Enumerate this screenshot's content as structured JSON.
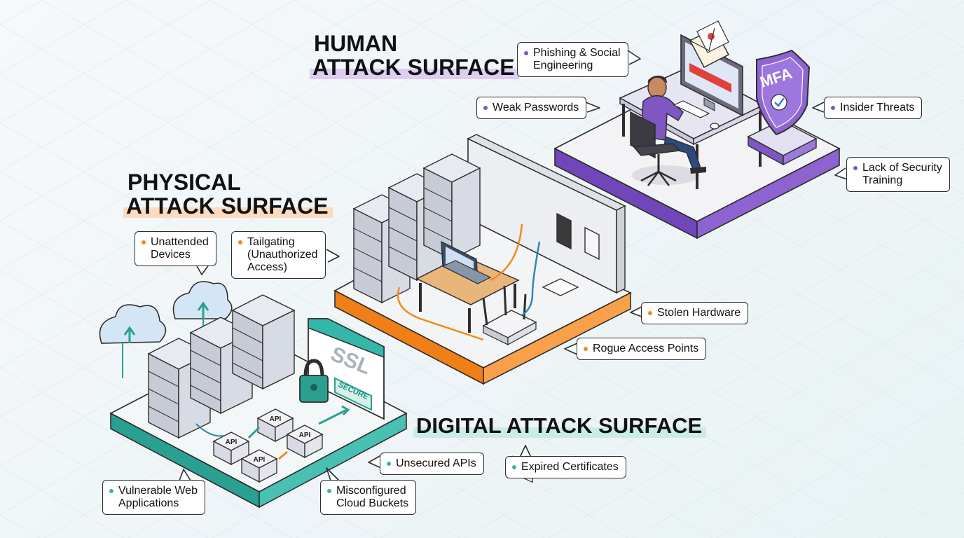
{
  "headings": {
    "human": {
      "line1": "HUMAN",
      "line2": "ATTACK SURFACE"
    },
    "physical": {
      "line1": "PHYSICAL",
      "line2": "ATTACK SURFACE"
    },
    "digital": {
      "line1": "DIGITAL ATTACK SURFACE"
    }
  },
  "callouts": {
    "human": {
      "phishing": [
        "Phishing & Social",
        "Engineering"
      ],
      "weak_passwords": [
        "Weak Passwords"
      ],
      "insider_threats": [
        "Insider Threats"
      ],
      "lack_training": [
        "Lack of Security",
        "Training"
      ]
    },
    "physical": {
      "unattended": [
        "Unattended",
        "Devices"
      ],
      "tailgating": [
        "Tailgating",
        "(Unauthorized",
        "Access)"
      ],
      "stolen_hardware": [
        "Stolen Hardware"
      ],
      "rogue_ap": [
        "Rogue Access Points"
      ]
    },
    "digital": {
      "unsecured_apis": [
        "Unsecured APIs"
      ],
      "expired_certs": [
        "Expired Certificates"
      ],
      "vulnerable_web": [
        "Vulnerable Web",
        "Applications"
      ],
      "misconfigured_cloud": [
        "Misconfigured",
        "Cloud Buckets"
      ]
    }
  },
  "illustration_labels": {
    "mfa": "MFA",
    "ssl": "SSL",
    "secure": "SECURE",
    "api": "API"
  },
  "colors": {
    "human": "#7e57c2",
    "physical": "#f28a1e",
    "digital": "#34b6a8",
    "outline": "#2d2d2d"
  }
}
